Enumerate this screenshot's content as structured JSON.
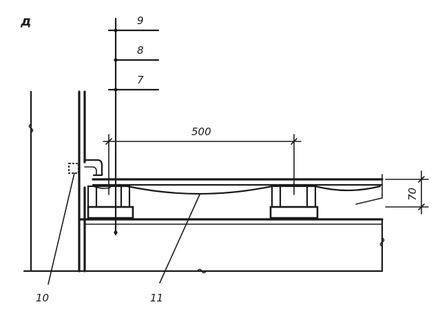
{
  "figure": {
    "panel_letter": "д",
    "callouts": [
      "9",
      "8",
      "7",
      "10",
      "11"
    ],
    "dimensions": {
      "span": "500",
      "height": "70"
    }
  }
}
